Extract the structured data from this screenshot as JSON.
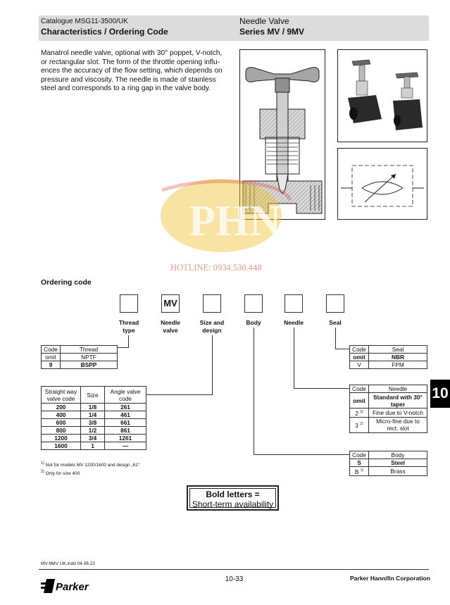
{
  "header": {
    "catalogue": "Catalogue MSG11-3500/UK",
    "section": "Characteristics / Ordering Code",
    "product": "Needle Valve",
    "series": "Series MV / 9MV"
  },
  "intro_lines": [
    "Manatrol needle valve, optional with 30° poppet, V-notch,",
    "or rectangular slot. The form of the throttle opening influ-",
    "ences the accuracy of the flow setting, which depends on",
    "pressure and viscosity. The needle is made of stainless",
    "steel and corresponds to a ring gap in the valve body."
  ],
  "watermark": {
    "logo_text": "PHN",
    "hotline": "HOTLINE: 0934.530.448"
  },
  "ordering": {
    "title": "Ordering code",
    "fixed_code": "MV",
    "labels": {
      "thread": [
        "Thread",
        "type"
      ],
      "needle_valve": [
        "Needle",
        "valve"
      ],
      "size": [
        "Size and",
        "design"
      ],
      "body": "Body",
      "needle": "Needle",
      "seal": "Seal"
    }
  },
  "thread_table": {
    "headers": [
      "Code",
      "Thread"
    ],
    "rows": [
      {
        "code": "omit",
        "value": "NPTF",
        "bold": false
      },
      {
        "code": "9",
        "value": "BSPP",
        "bold": true
      }
    ]
  },
  "size_table": {
    "headers": [
      "Straight way valve code",
      "Size",
      "Angle valve code"
    ],
    "rows": [
      [
        "200",
        "1/8",
        "261"
      ],
      [
        "400",
        "1/4",
        "461"
      ],
      [
        "600",
        "3/8",
        "661"
      ],
      [
        "800",
        "1/2",
        "861"
      ],
      [
        "1200",
        "3/4",
        "1261"
      ],
      [
        "1600",
        "1",
        "—"
      ]
    ]
  },
  "seal_table": {
    "headers": [
      "Code",
      "Seal"
    ],
    "rows": [
      {
        "code": "omit",
        "value": "NBR",
        "bold": true
      },
      {
        "code": "V",
        "value": "FPM",
        "bold": false
      }
    ]
  },
  "needle_table": {
    "headers": [
      "Code",
      "Needle"
    ],
    "rows": [
      {
        "code": "omit",
        "sup": "",
        "value": "Standard with 30° taper",
        "bold": true
      },
      {
        "code": "2",
        "sup": "2)",
        "value": "Fine due to V-notch",
        "bold": false
      },
      {
        "code": "3",
        "sup": "2)",
        "value": "Micro-fine due to rect. slot",
        "bold": false
      }
    ]
  },
  "body_table": {
    "headers": [
      "Code",
      "Body"
    ],
    "rows": [
      {
        "code": "S",
        "sup": "",
        "value": "Steel",
        "bold": true
      },
      {
        "code": "B",
        "sup": "1)",
        "value": "Brass",
        "bold": false
      }
    ]
  },
  "footnotes": [
    {
      "mark": "1)",
      "text": "Not for models MV 1200/1600 and design „61“"
    },
    {
      "mark": "2)",
      "text": "Only for size 400"
    }
  ],
  "legend": {
    "line1": "Bold letters =",
    "line2": "Short-term availability"
  },
  "side_tab": "10",
  "footer": {
    "file_ref": "MV-9MV UK.indd 04.08.22",
    "page": "10-33",
    "company": "Parker Hannifin Corporation",
    "logo_text": "Parker"
  },
  "colors": {
    "header_band": "#dcdcdc",
    "watermark_gold": "#f2c230",
    "watermark_red": "#d9533b",
    "valve_grey": "#9a9a9a",
    "photo_dark": "#2a2a2a"
  }
}
